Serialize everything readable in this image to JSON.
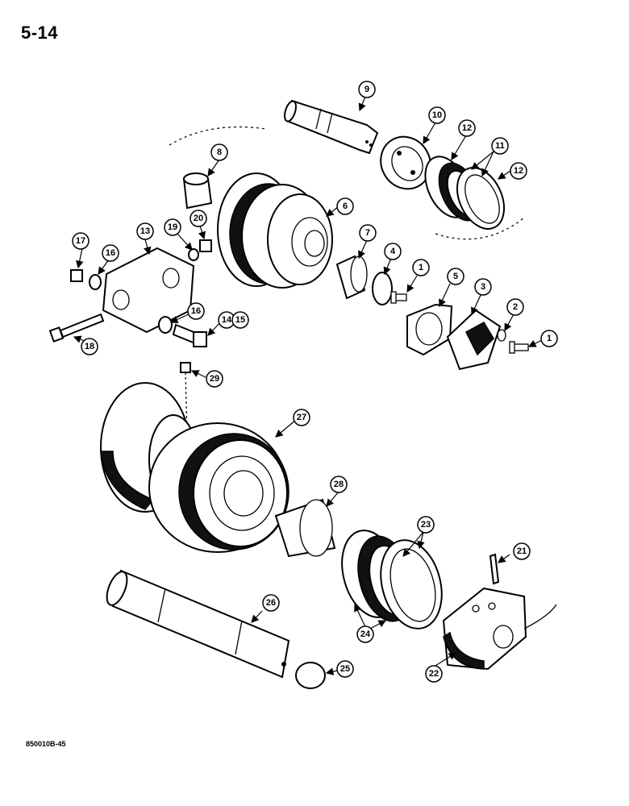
{
  "page": {
    "number": "5-14",
    "figure_code": "850010B-45"
  },
  "callouts": {
    "c1a": "1",
    "c1b": "1",
    "c2": "2",
    "c3": "3",
    "c4": "4",
    "c5": "5",
    "c6": "6",
    "c7": "7",
    "c8": "8",
    "c9": "9",
    "c10": "10",
    "c11": "11",
    "c12a": "12",
    "c12b": "12",
    "c13": "13",
    "c14": "14",
    "c15": "15",
    "c16a": "16",
    "c16b": "16",
    "c17": "17",
    "c18": "18",
    "c19": "19",
    "c20": "20",
    "c21": "21",
    "c22": "22",
    "c23": "23",
    "c24": "24",
    "c25": "25",
    "c26": "26",
    "c27": "27",
    "c28": "28",
    "c29": "29"
  },
  "colors": {
    "ink": "#000000",
    "paper": "#ffffff"
  }
}
